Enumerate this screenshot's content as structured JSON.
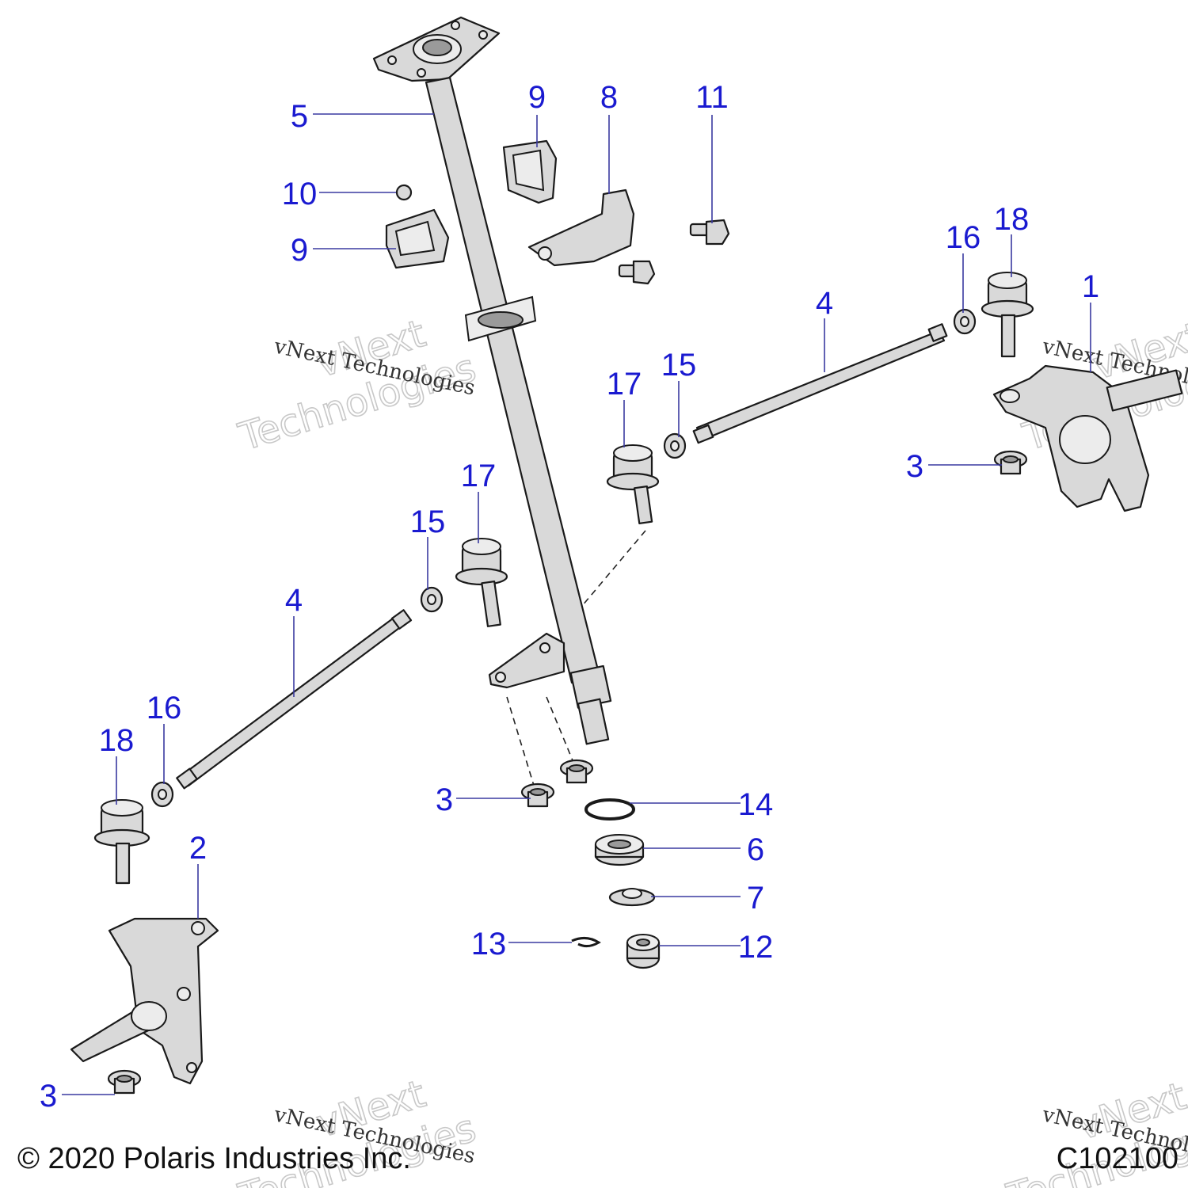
{
  "callouts": [
    {
      "num": "5"
    },
    {
      "num": "9"
    },
    {
      "num": "8"
    },
    {
      "num": "11"
    },
    {
      "num": "10"
    },
    {
      "num": "9"
    },
    {
      "num": "4"
    },
    {
      "num": "16"
    },
    {
      "num": "18"
    },
    {
      "num": "1"
    },
    {
      "num": "17"
    },
    {
      "num": "15"
    },
    {
      "num": "3"
    },
    {
      "num": "17"
    },
    {
      "num": "15"
    },
    {
      "num": "4"
    },
    {
      "num": "16"
    },
    {
      "num": "18"
    },
    {
      "num": "3"
    },
    {
      "num": "14"
    },
    {
      "num": "6"
    },
    {
      "num": "2"
    },
    {
      "num": "7"
    },
    {
      "num": "13"
    },
    {
      "num": "12"
    },
    {
      "num": "3"
    }
  ],
  "watermark": {
    "line1": "vNext",
    "line2": "Technologies",
    "small": "vNext Technologies"
  },
  "footer": {
    "copyright": "© 2020 Polaris Industries Inc.",
    "diagram_id": "C102100"
  }
}
